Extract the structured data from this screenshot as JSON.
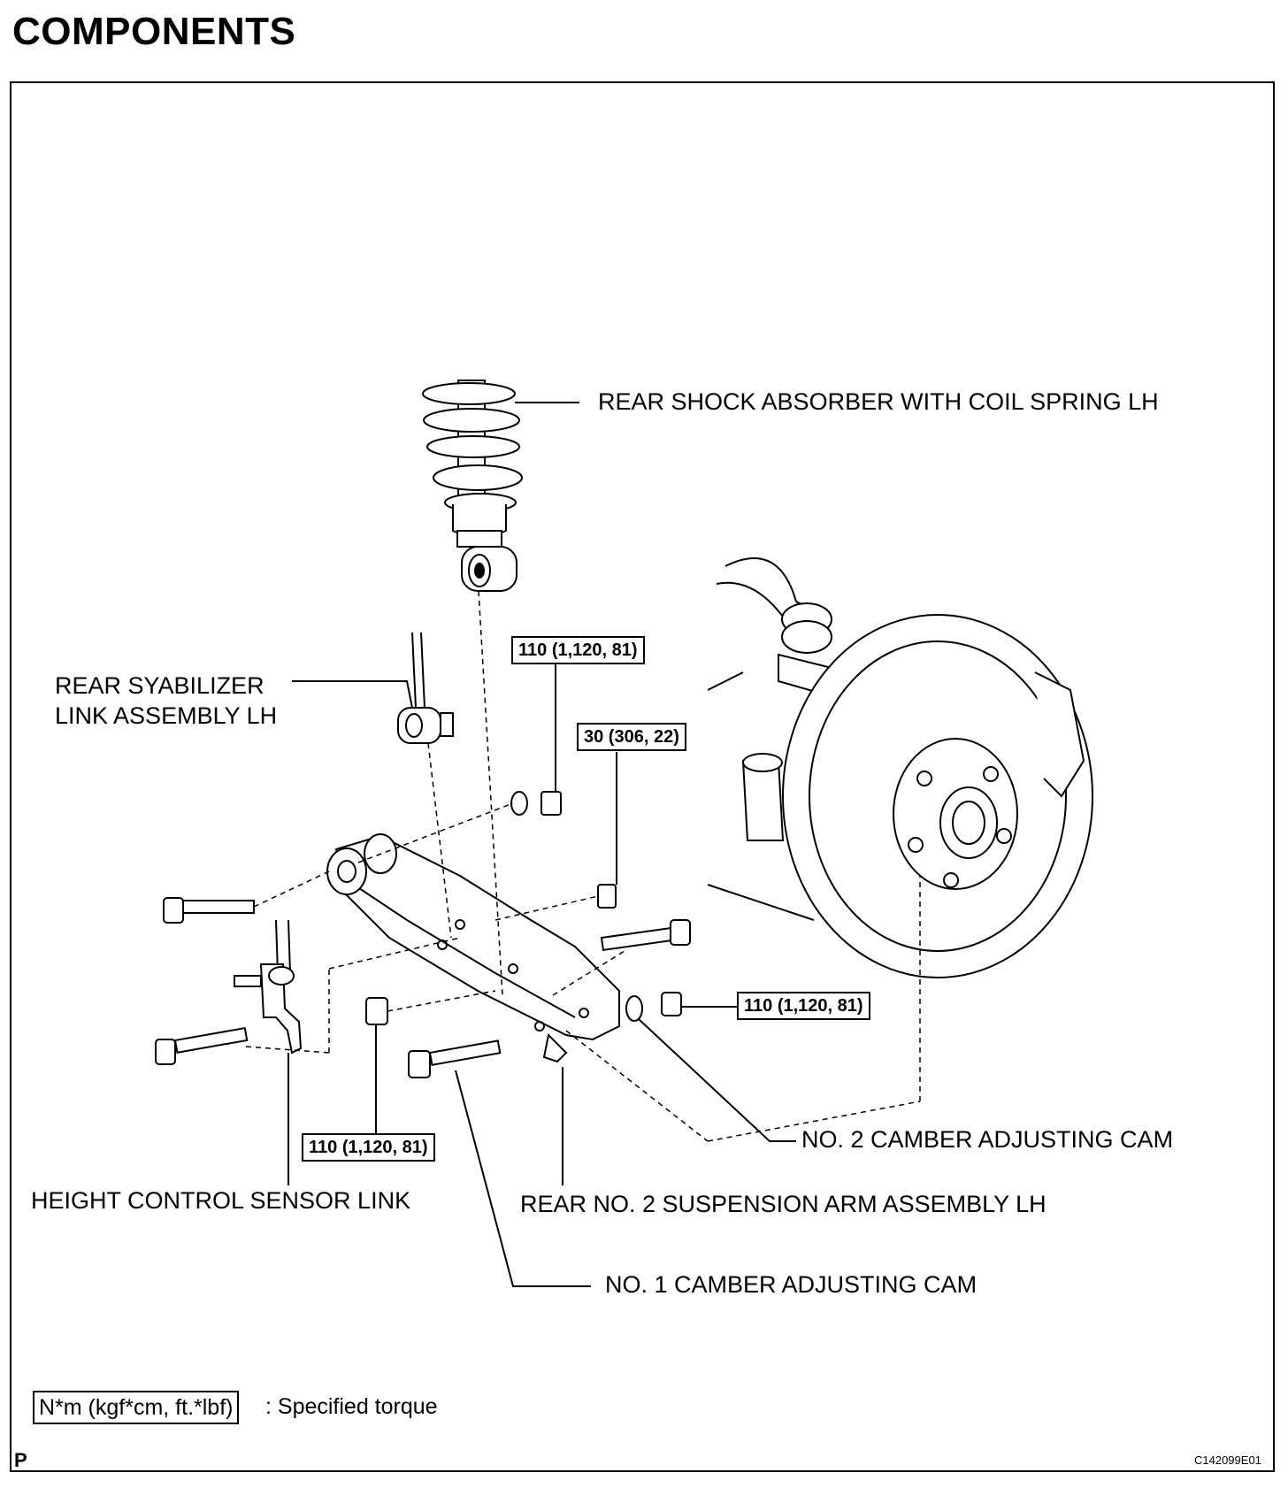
{
  "title": "COMPONENTS",
  "labels": {
    "shock_absorber": "REAR SHOCK ABSORBER WITH COIL SPRING LH",
    "stabilizer_line1": "REAR SYABILIZER",
    "stabilizer_line2": "LINK ASSEMBLY LH",
    "no2_camber_cam": "NO. 2 CAMBER ADJUSTING CAM",
    "height_sensor_link": "HEIGHT CONTROL SENSOR LINK",
    "suspension_arm": "REAR NO. 2 SUSPENSION ARM ASSEMBLY LH",
    "no1_camber_cam": "NO. 1 CAMBER ADJUSTING CAM"
  },
  "torques": {
    "shock_nut": "110 (1,120, 81)",
    "stabilizer_nut": "30 (306, 22)",
    "cam_nut": "110 (1,120, 81)",
    "sensor_nut": "110 (1,120, 81)"
  },
  "legend": {
    "box": "N*m (kgf*cm, ft.*lbf)",
    "text": ": Specified torque"
  },
  "footer": {
    "corner": "P",
    "code": "C142099E01"
  }
}
